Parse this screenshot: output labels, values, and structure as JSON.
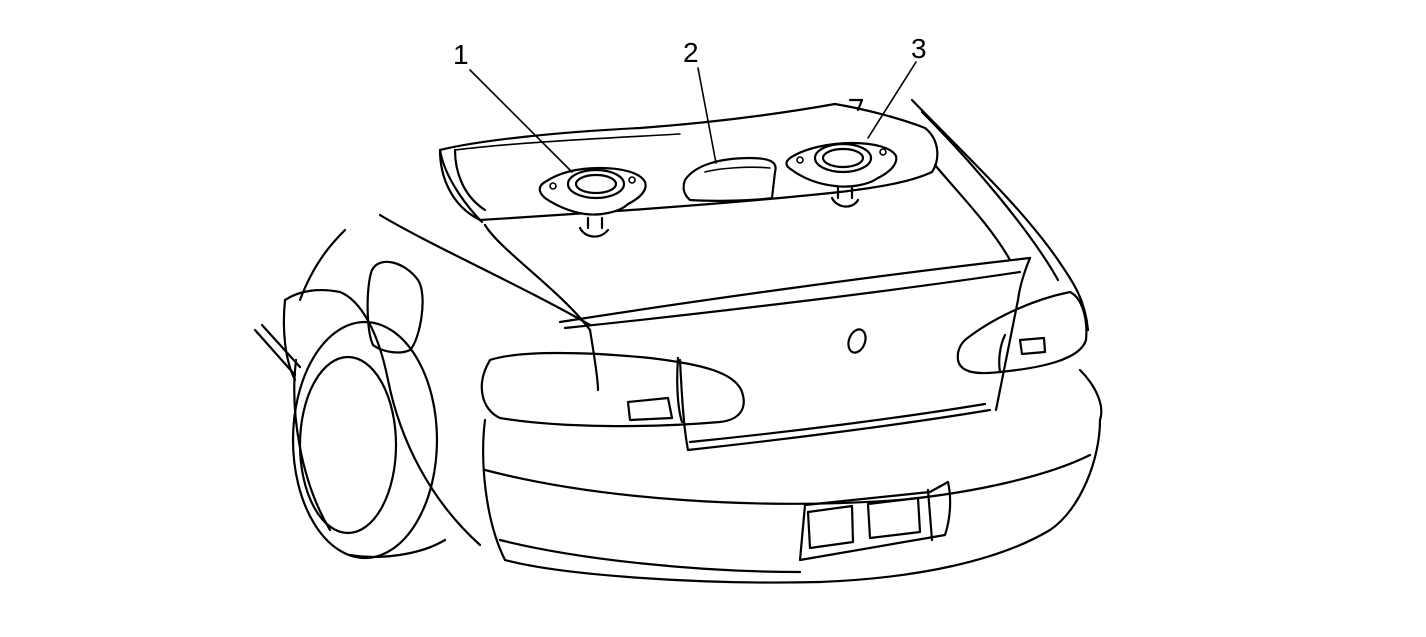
{
  "diagram": {
    "callouts": [
      {
        "id": "1",
        "label": "1",
        "part": "speaker"
      },
      {
        "id": "2",
        "label": "2",
        "part": "high-mount-stop-lamp"
      },
      {
        "id": "3",
        "label": "3",
        "part": "speaker"
      }
    ],
    "trunk_tag": "7",
    "colors": {
      "line": "#000000",
      "background": "#ffffff"
    }
  }
}
